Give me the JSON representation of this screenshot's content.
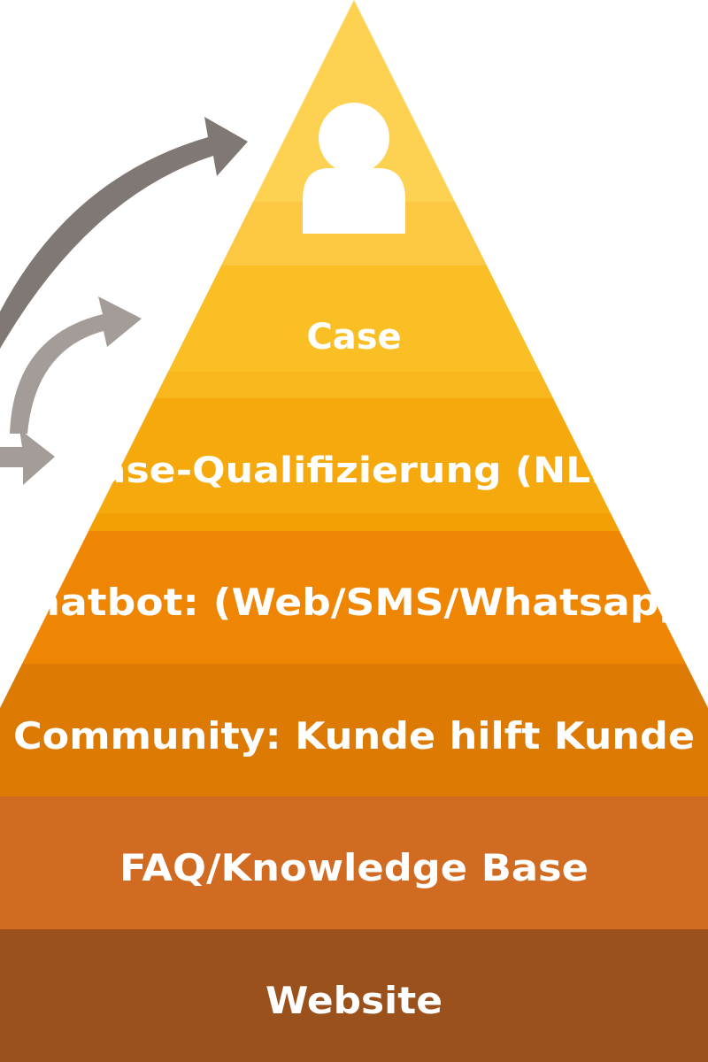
{
  "diagram": {
    "tiers": [
      {
        "label": "",
        "color": "#FDD253",
        "shade": "#FCC843",
        "icon": "person-icon"
      },
      {
        "label": "Case",
        "color": "#F9BF25",
        "shade": "#F8B71C"
      },
      {
        "label": "Case-Qualifizierung (NLP)",
        "color": "#F5A90C",
        "shade": "#F3A005"
      },
      {
        "label": "Chatbot: (Web/SMS/Whatsapp)",
        "color": "#EE8603",
        "shade": "#EE8603"
      },
      {
        "label": "Community: Kunde hilft Kunde",
        "color": "#DD7A04",
        "shade": "#DD7A04"
      },
      {
        "label": "FAQ/Knowledge Base",
        "color": "#D16B22",
        "shade": "#D16B22"
      },
      {
        "label": "Website",
        "color": "#9B511C",
        "shade": "#9B511C"
      }
    ],
    "arrows": [
      {
        "name": "arrow-to-apex",
        "color": "#807875"
      },
      {
        "name": "arrow-to-case",
        "color": "#A39C98"
      },
      {
        "name": "arrow-to-qualification",
        "color": "#A39C98"
      }
    ]
  }
}
